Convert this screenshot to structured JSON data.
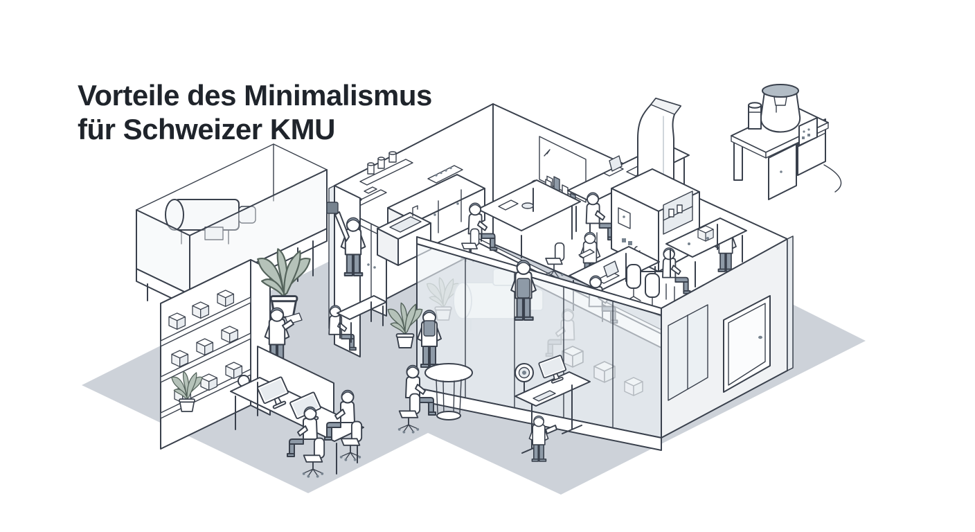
{
  "title": {
    "line1": "Vorteile des Minimalismus",
    "line2": "für Schweizer KMU"
  },
  "palette": {
    "background": "#ffffff",
    "outline": "#39404c",
    "floor": "#cdd2d9",
    "wall": "#ffffff",
    "wall_shade": "#f0f2f4",
    "glass_tint": "#edf2f6",
    "plant_green": "#b5c2b9",
    "clothing_gray": "#8e9aa7",
    "jar_lid": "#b3bdc6",
    "title_color": "#1f242b"
  },
  "scene": {
    "objects": [
      "isometric-office-floor",
      "back-walls-with-kitchen-counter",
      "wall-bar-chart-poster",
      "ventilation-machine-with-duct",
      "meeting-table-with-workers",
      "high-table-with-stool-worker",
      "laptop-desk-with-chairs",
      "assembly-worktable-with-two-workers",
      "glass-partition-wall",
      "entry-door",
      "glass-display-case-with-machine",
      "display-case-worker",
      "storage-shelf-with-boxes",
      "large-potted-plant",
      "standing-worker-with-paper",
      "small-workbench-worker",
      "dual-desk-with-divider-and-monitors",
      "round-table-meeting-pair",
      "standing-desk-with-monitor",
      "lab-bench-with-glass-jar"
    ]
  }
}
